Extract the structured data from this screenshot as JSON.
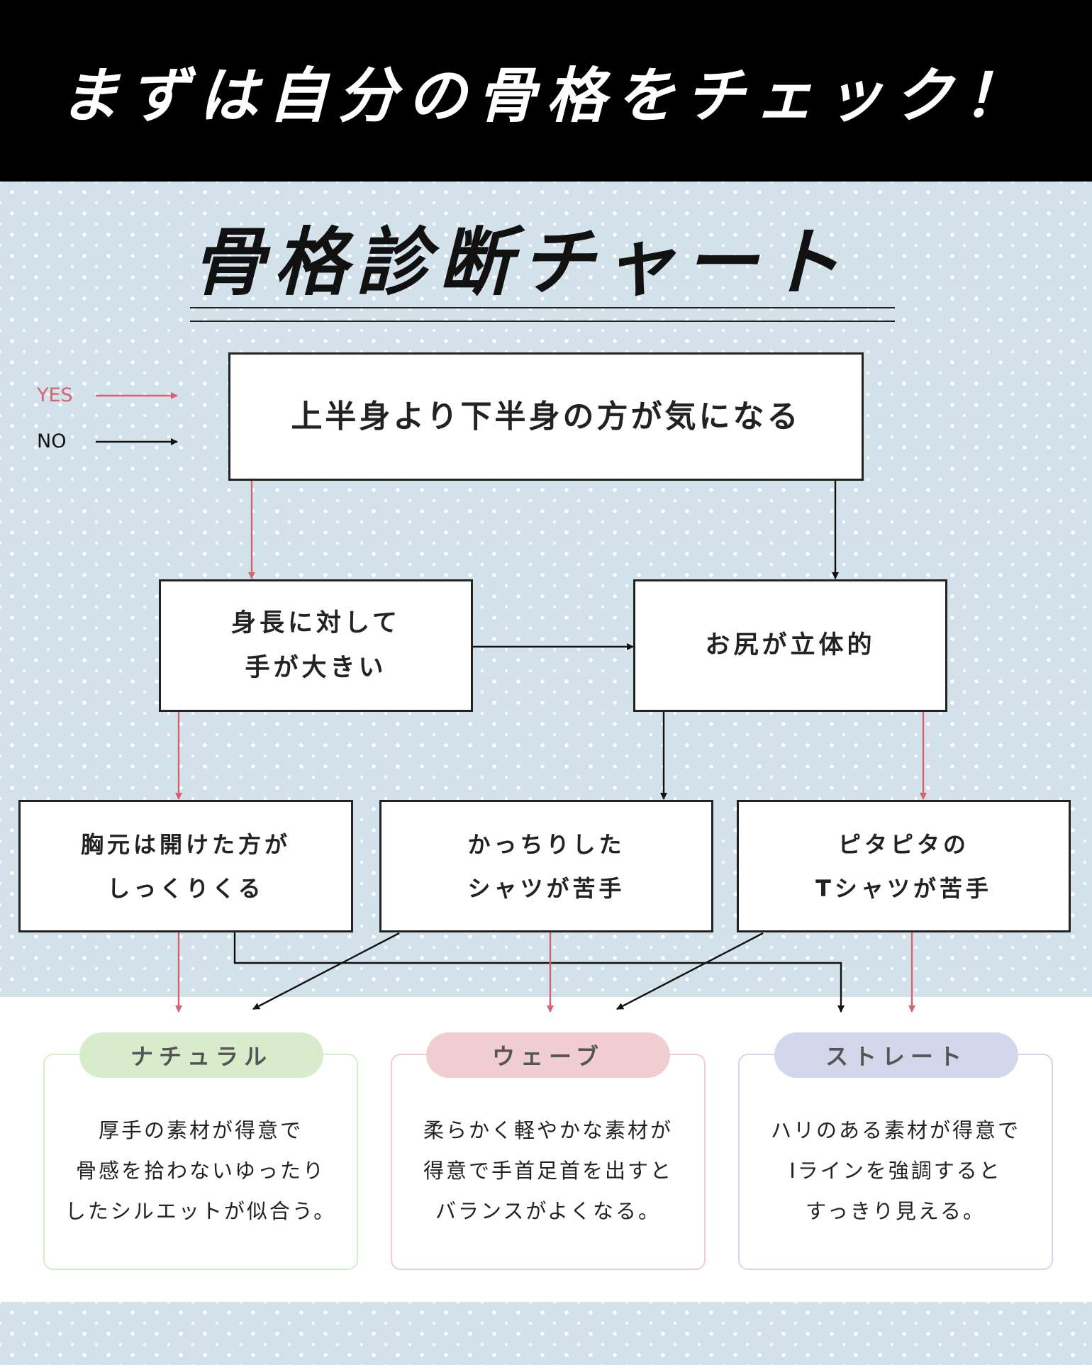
{
  "header": {
    "title": "まずは自分の骨格をチェック！"
  },
  "chart_title": "骨格診断チャート",
  "legend": {
    "yes": "YES",
    "no": "NO",
    "yes_color": "#d8606f",
    "no_color": "#111111"
  },
  "questions": {
    "q1": "上半身より下半身の方が気になる",
    "q2": "身長に対して\n手が大きい",
    "q3": "お尻が立体的",
    "q4": "胸元は開けた方が\nしっくりくる",
    "q5": "かっちりした\nシャツが苦手",
    "q6": "ピタピタの\nTシャツが苦手"
  },
  "results": [
    {
      "name": "ナチュラル",
      "text": "厚手の素材が得意で\n骨感を拾わないゆったり\nしたシルエットが似合う。",
      "color": "#d8eccc"
    },
    {
      "name": "ウェーブ",
      "text": "柔らかく軽やかな素材が\n得意で手首足首を出すと\nバランスがよくなる。",
      "color": "#f0cdd0"
    },
    {
      "name": "ストレート",
      "text": "ハリのある素材が得意で\nIラインを強調すると\nすっきり見える。",
      "color": "#d4d6ec"
    }
  ]
}
